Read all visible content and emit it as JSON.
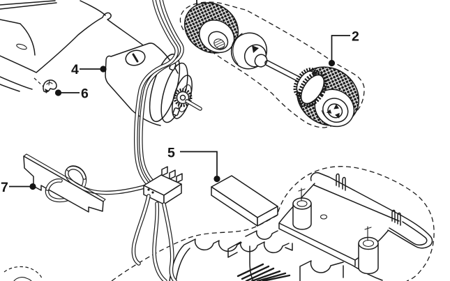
{
  "figure": {
    "type": "exploded-parts-diagram",
    "background_color": "#ffffff",
    "line_color": "#1b1b1b",
    "callout_color": "#141414",
    "callouts": [
      {
        "number": "2"
      },
      {
        "number": "4"
      },
      {
        "number": "5"
      },
      {
        "number": "6"
      },
      {
        "number": "7"
      }
    ]
  }
}
